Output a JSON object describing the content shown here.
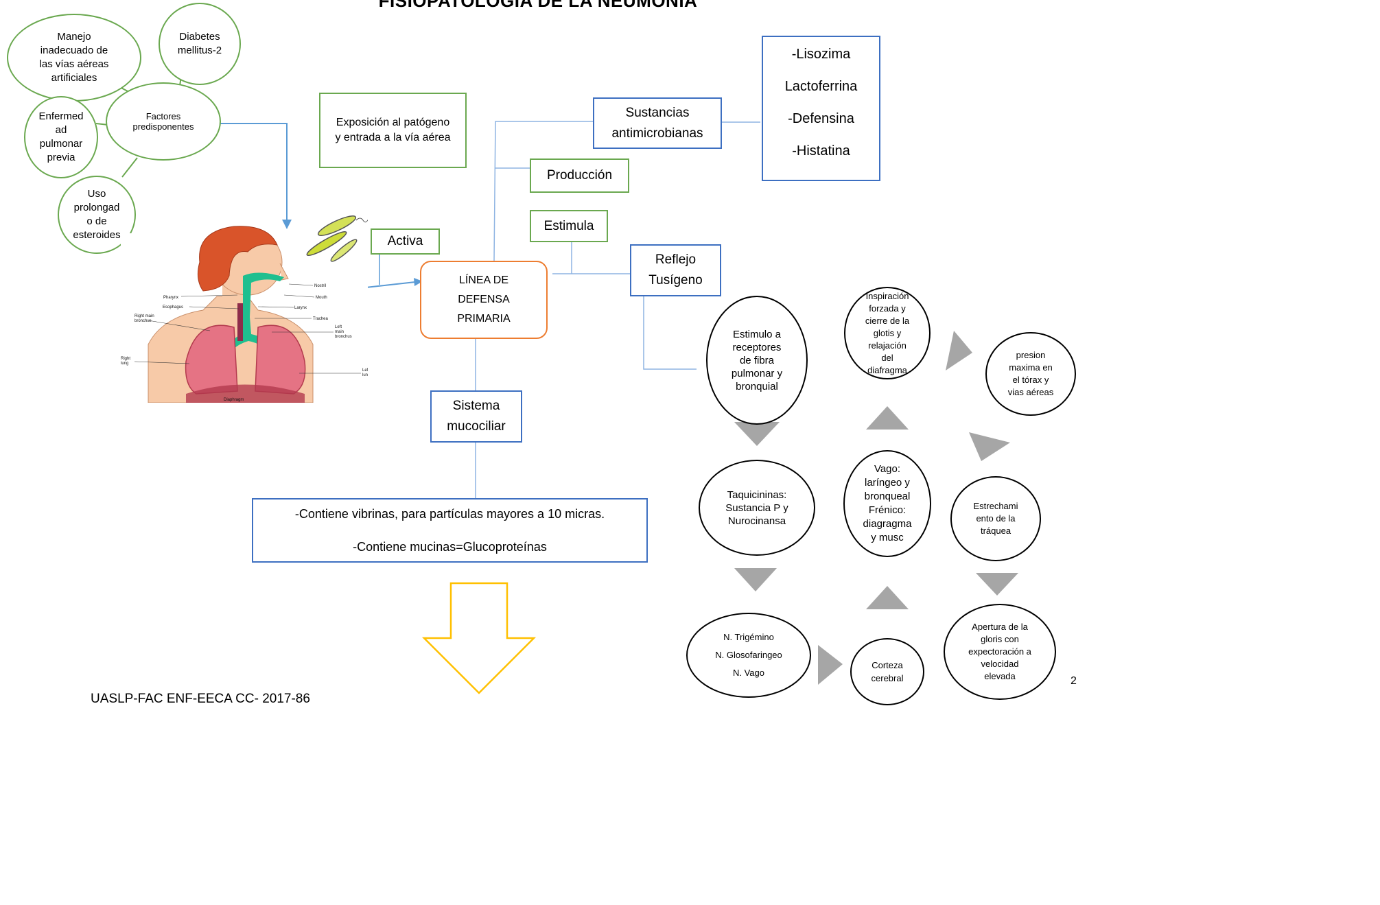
{
  "title": "FISIOPATOLOGÍA DE LA NEUMONÍA",
  "footer": "UASLP-FAC ENF-EECA CC- 2017-86",
  "page_number": "2",
  "risk_factors": {
    "center": "Factores\npredisponentes",
    "items": [
      "Manejo\ninadecuado de\nlas vías aéreas\nartificiales",
      "Diabetes\nmellitus-2",
      "Enfermed\nad\npulmonar\nprevia",
      "Uso\nprolongad\no de\nesteroides"
    ]
  },
  "exposure": "Exposición al patógeno\ny entrada a la vía aérea",
  "activa": "Activa",
  "primary_defense": "LÍNEA DE\nDEFENSA\nPRIMARIA",
  "antimicrobial": {
    "label": "Sustancias\nantimicrobianas",
    "produccion": "Producción",
    "items": [
      "-Lisozima",
      "Lactoferrina",
      "-Defensina",
      "-Histatina"
    ]
  },
  "estimula": "Estimula",
  "reflex": "Reflejo\nTusígeno",
  "mucociliary": {
    "label": "Sistema\nmucociliar",
    "lines": [
      "-Contiene vibrinas, para partículas mayores a 10 micras.",
      "-Contiene mucinas=Glucoproteínas"
    ]
  },
  "cough_cycle": [
    "Estimulo a\nreceptores\nde fibra\npulmonar y\nbronquial",
    "Inspiración\nforzada y\ncierre de la\nglotis y\nrelajación\ndel\ndiafragma",
    "presion\nmaxima en\nel tórax y\nvias aéreas",
    "Taquicininas:\nSustancia P y\nNurocinansa",
    "Vago:\nlaríngeo y\nbronqueal\nFrénico:\ndiagragma\ny musc",
    "Estrechami\nento de la\ntráquea",
    "N. Trigémino\nN. Glosofaringeo\nN. Vago",
    "Corteza\ncerebral",
    "Apertura de la\ngloris con\nexpectoración a\nvelocidad\nelevada"
  ],
  "anatomy_labels": [
    "Pharynx",
    "Esophagus",
    "Right main\nbronchus",
    "Right\nlung",
    "Nostril",
    "Mouth",
    "Larynx",
    "Trachea",
    "Left\nmain\nbronchus",
    "Left\nlung",
    "Diaphragm"
  ],
  "colors": {
    "green": "#6aa84f",
    "blue": "#3d6fc1",
    "orange": "#ed7d31",
    "yellow": "#ffc000",
    "gray": "#a6a6a6"
  }
}
